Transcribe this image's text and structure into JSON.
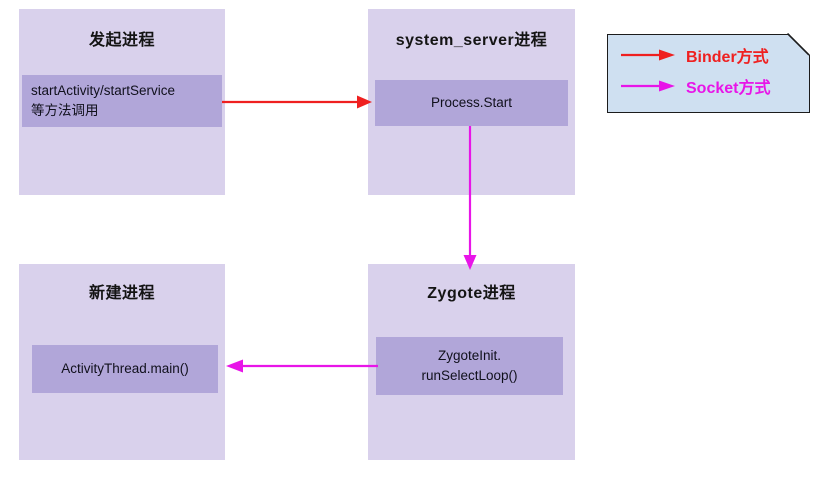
{
  "diagram": {
    "title_semantic": "android-process-start-flow",
    "colors": {
      "process_box_fill": "#d9d1ec",
      "method_box_fill": "#b1a6d9",
      "legend_fill": "#cfe0f1",
      "legend_border": "#1c1c1c",
      "binder_red": "#ef2020",
      "socket_magenta": "#e815e8",
      "text": "#141414",
      "background": "#ffffff"
    },
    "boxes": [
      {
        "id": "initiator",
        "title": "发起进程",
        "method": "startActivity/startService\n等方法调用",
        "method_align": "left"
      },
      {
        "id": "system_server",
        "title": "system_server进程",
        "method": "Process.Start",
        "method_align": "center"
      },
      {
        "id": "new_process",
        "title": "新建进程",
        "method": "ActivityThread.main()",
        "method_align": "center"
      },
      {
        "id": "zygote",
        "title": "Zygote进程",
        "method": "ZygoteInit.\nrunSelectLoop()",
        "method_align": "center"
      }
    ],
    "legend": {
      "items": [
        {
          "label": "Binder方式",
          "color": "#ef2020",
          "arrow": "arrow-right"
        },
        {
          "label": "Socket方式",
          "color": "#e815e8",
          "arrow": "arrow-right"
        }
      ]
    },
    "connectors": [
      {
        "id": "initiator-to-system-server",
        "type": "Binder方式",
        "color": "#ef2020",
        "direction": "right"
      },
      {
        "id": "system-server-to-zygote",
        "type": "Socket方式",
        "color": "#e815e8",
        "direction": "down"
      },
      {
        "id": "zygote-to-new-process",
        "type": "Socket方式",
        "color": "#e815e8",
        "direction": "left"
      }
    ]
  }
}
